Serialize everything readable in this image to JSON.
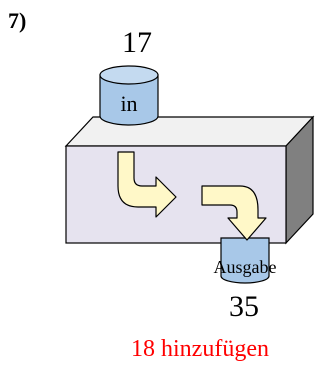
{
  "problem": {
    "number": "7)"
  },
  "machine": {
    "input_label": "in",
    "input_value": "17",
    "output_label": "Ausgabe",
    "output_value": "35",
    "rule": "18 hinzufügen"
  },
  "colors": {
    "box_face": "#e6e3ef",
    "box_top": "#f1f1f1",
    "box_side": "#808080",
    "cylinder": "#a8c8e8",
    "arrow_fill": "#fff8c8",
    "rule_text": "#ff0000"
  }
}
